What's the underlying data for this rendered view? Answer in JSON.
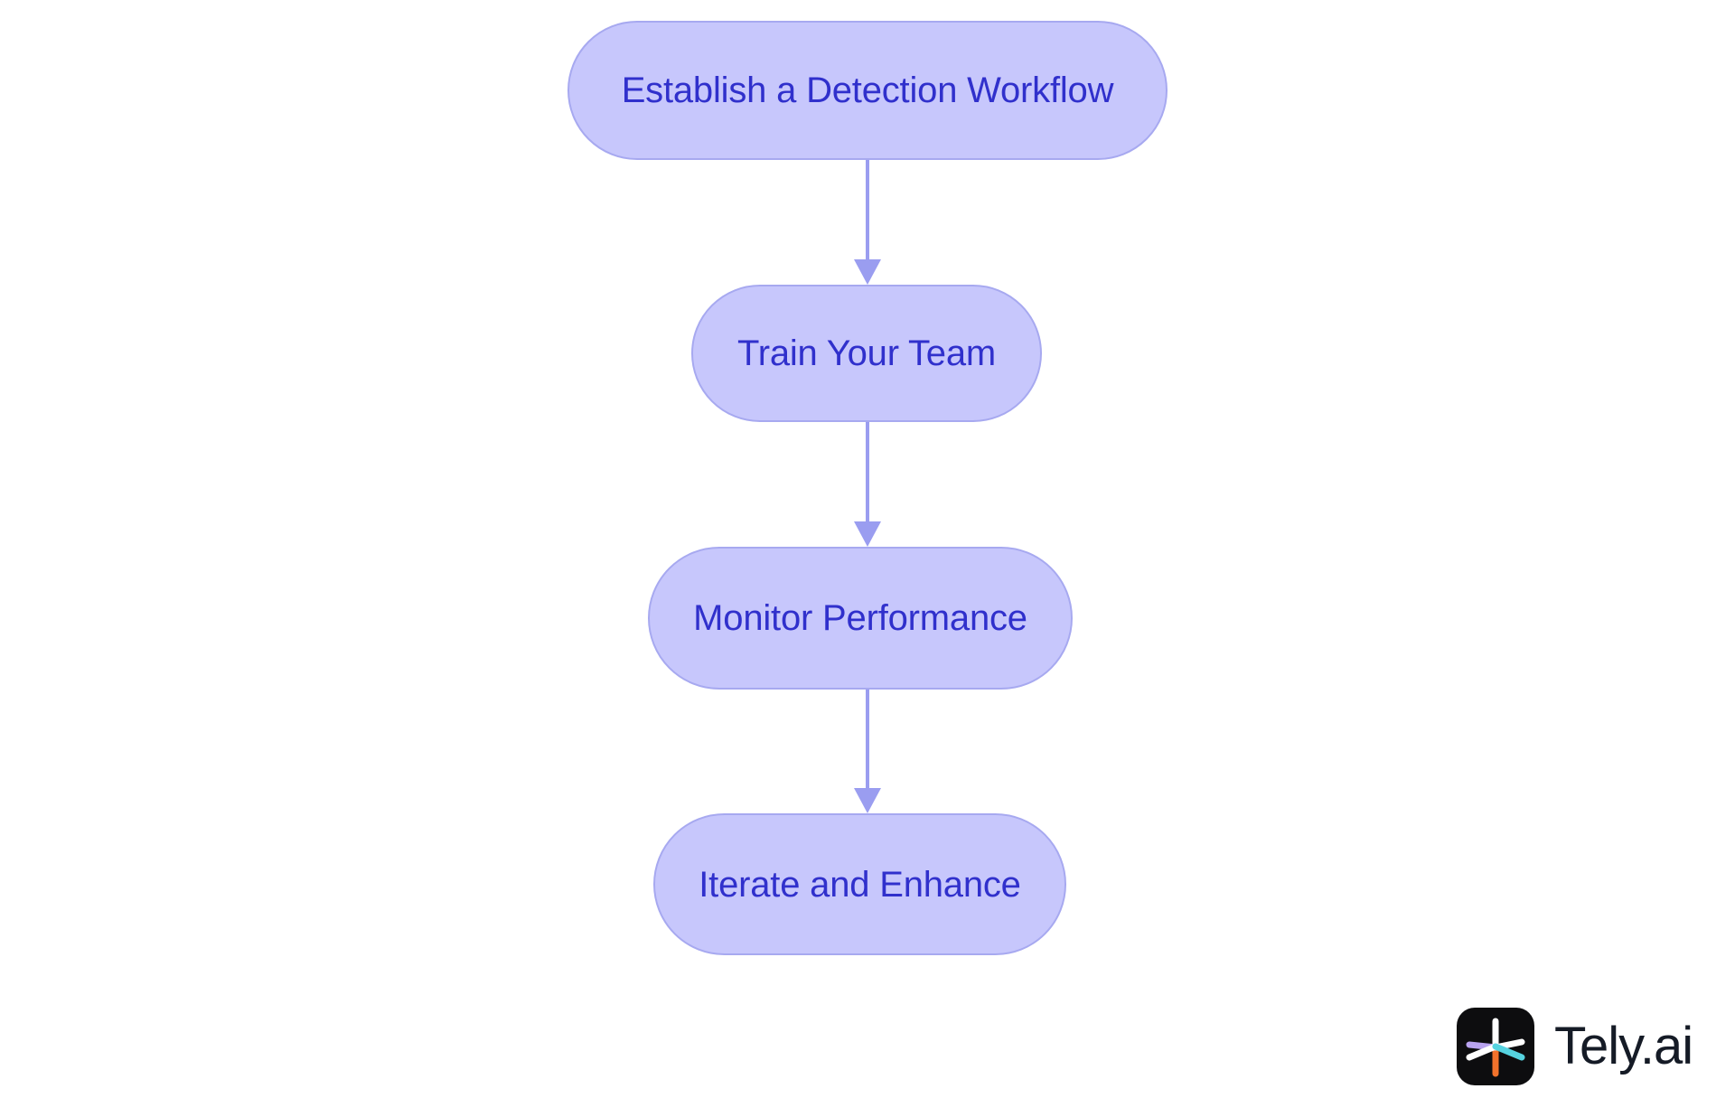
{
  "diagram": {
    "type": "flowchart",
    "orientation": "top-to-bottom",
    "background_color": "#ffffff",
    "node_fill_color": "#c7c7fc",
    "node_border_color": "#a7a9f0",
    "node_text_color": "#3030cc",
    "connector_color": "#9a9df0",
    "nodes": [
      {
        "id": "establish-workflow",
        "label": "Establish a Detection Workflow"
      },
      {
        "id": "train-team",
        "label": "Train Your Team"
      },
      {
        "id": "monitor-performance",
        "label": "Monitor Performance"
      },
      {
        "id": "iterate-enhance",
        "label": "Iterate and Enhance"
      }
    ],
    "edges": [
      {
        "id": "arrow-1",
        "from": "establish-workflow",
        "to": "train-team",
        "style": "arrow-down"
      },
      {
        "id": "arrow-2",
        "from": "train-team",
        "to": "monitor-performance",
        "style": "arrow-down"
      },
      {
        "id": "arrow-3",
        "from": "monitor-performance",
        "to": "iterate-enhance",
        "style": "arrow-down"
      }
    ]
  },
  "branding": {
    "wordmark": "Tely.ai",
    "mark_icon": "tely-starburst-icon",
    "mark_background_color": "#0d0d0f",
    "wordmark_color": "#151b26",
    "mark_colors": {
      "white": "#ffffff",
      "lavender": "#b9a3f0",
      "cyan": "#56d3e0",
      "orange": "#f2722b"
    }
  }
}
